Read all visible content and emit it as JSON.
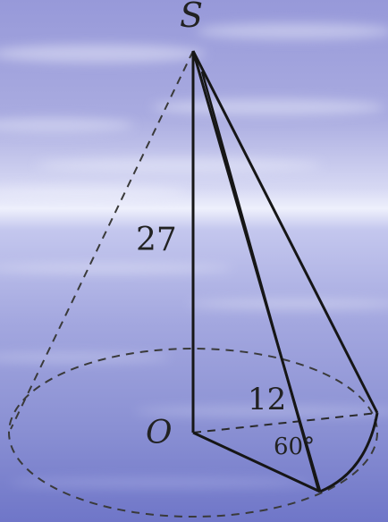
{
  "labels": {
    "apex": "S",
    "center": "O",
    "height": "27",
    "radius": "12",
    "angle": "60°"
  },
  "colors": {
    "sky_top": "#9799d9",
    "sky_mid": "#c7c9ee",
    "horizon": "#eef0fc",
    "sea_top": "#b2b6e6",
    "sea_bottom": "#6f76c8",
    "line": "#161616"
  }
}
